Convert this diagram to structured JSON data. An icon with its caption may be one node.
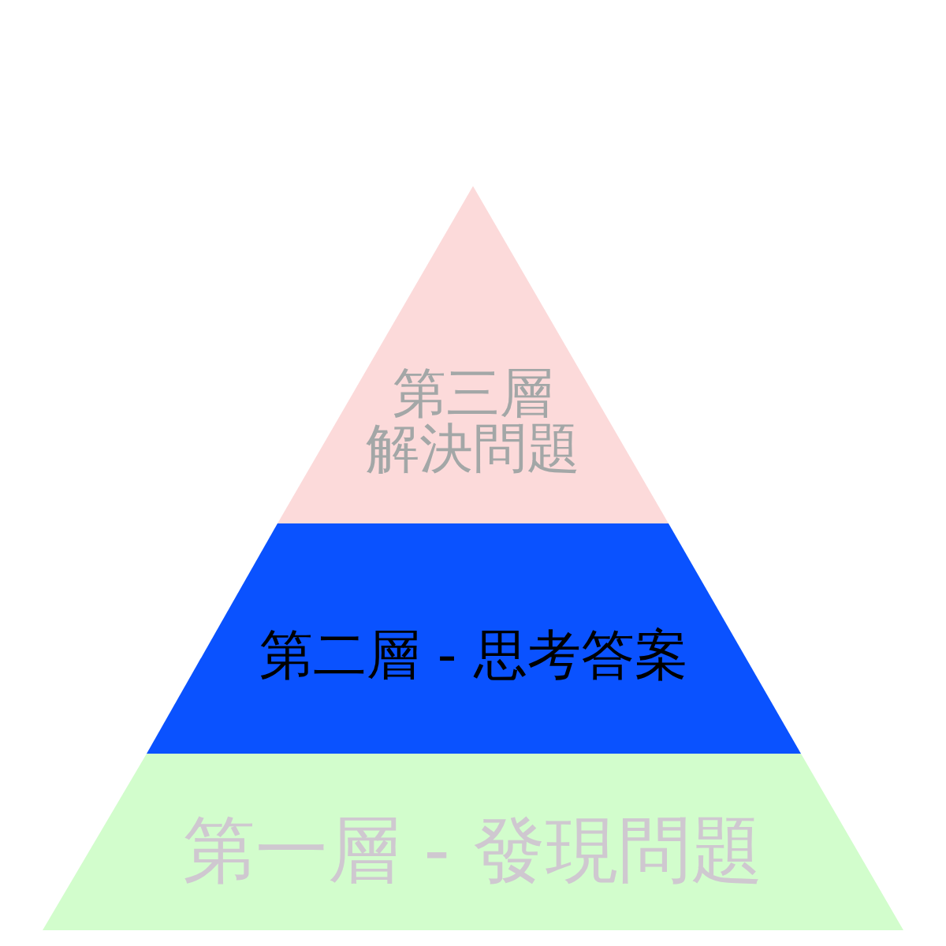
{
  "diagram": {
    "nodes": [
      {
        "text": [
          "第三層",
          "解決問題"
        ]
      },
      {
        "text": [
          "第二層 - 思考答案"
        ]
      },
      {
        "text": [
          "第一層 - 發現問題"
        ]
      }
    ]
  }
}
